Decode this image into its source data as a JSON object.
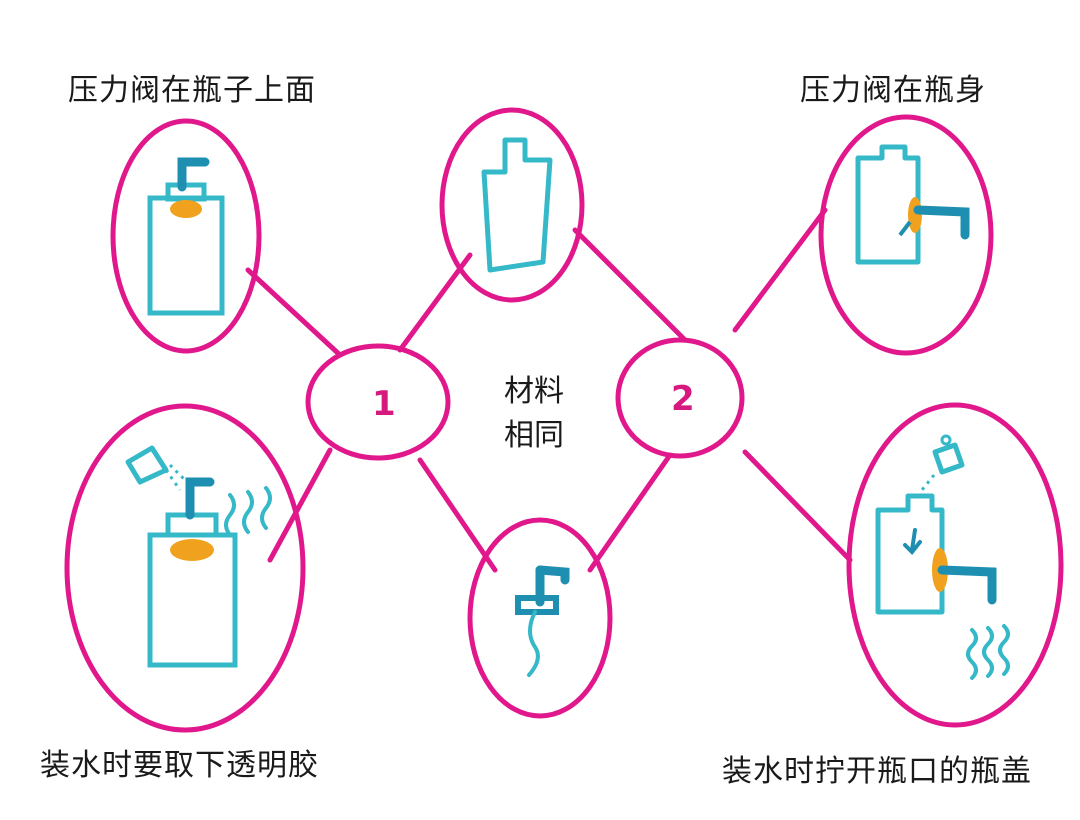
{
  "diagram": {
    "labels": {
      "top_left": "压力阀在瓶子上面",
      "top_right": "压力阀在瓶身",
      "bottom_left": "装水时要取下透明胶",
      "bottom_right": "装水时拧开瓶口的瓶盖"
    },
    "center_text": {
      "line1": "材料",
      "line2": "相同"
    },
    "nodes": {
      "left_number": "1",
      "right_number": "2"
    },
    "colors": {
      "outline": "#e0188c",
      "bottle": "#35b8c8",
      "bottle_dark": "#1e8fb0",
      "valve": "#f0a21e"
    }
  }
}
